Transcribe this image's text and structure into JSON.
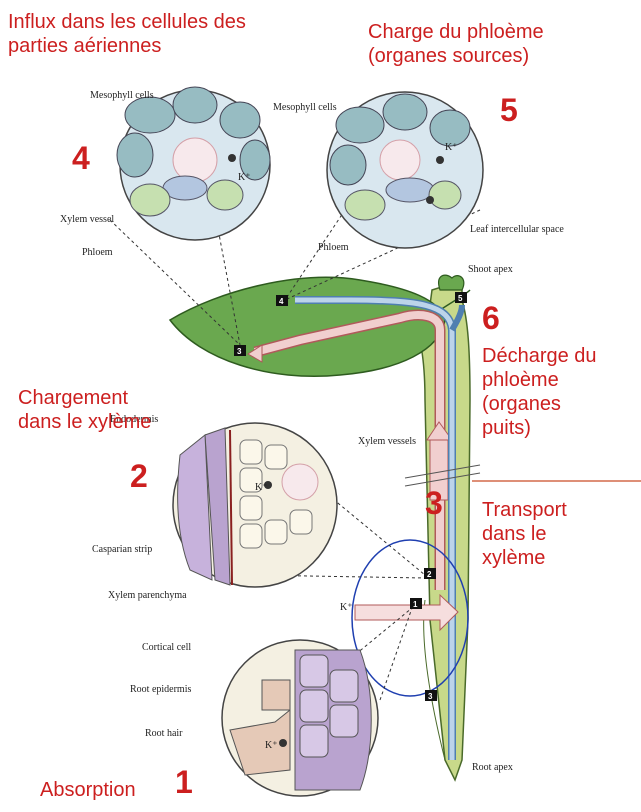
{
  "captions": {
    "influx": "Influx dans les cellules des parties aériennes",
    "charge": "Charge du phloème (organes sources)",
    "chargement": "Chargement dans le xylème",
    "decharge": "Décharge du phloème (organes puits)",
    "transport": "Transport dans le xylème",
    "absorption": "Absorption"
  },
  "steps": {
    "s1": "1",
    "s2": "2",
    "s3": "3",
    "s4": "4",
    "s5": "5",
    "s6": "6"
  },
  "labels": {
    "mesophyll_left": "Mesophyll cells",
    "xylem_vessel": "Xylem vessel",
    "phloem_left": "Phloem",
    "mesophyll_right": "Mesophyll cells",
    "phloem_right": "Phloem",
    "leaf_space": "Leaf intercellular space",
    "shoot_apex": "Shoot apex",
    "endodermis": "Endodermis",
    "xylem_vessels": "Xylem vessels",
    "casparian": "Casparian strip",
    "xylem_parenchyma": "Xylem parenchyma",
    "cortical": "Cortical cell",
    "epidermis": "Root epidermis",
    "root_hair": "Root hair",
    "root_apex": "Root apex",
    "kplus": "K⁺"
  },
  "boxes": {
    "b1": "1",
    "b2": "2",
    "b3": "3",
    "b4": "4",
    "b5": "5"
  }
}
